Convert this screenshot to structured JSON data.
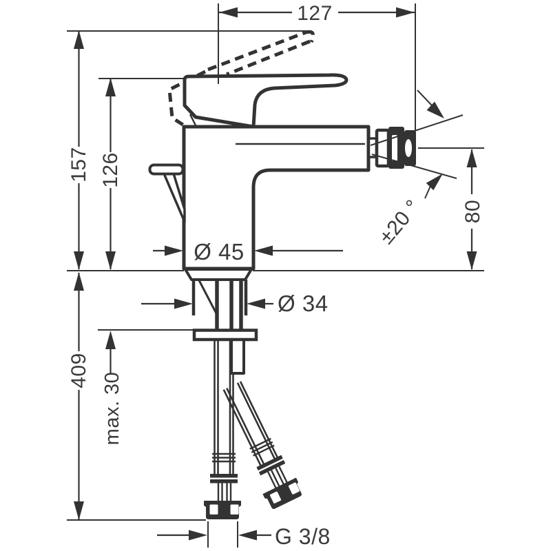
{
  "dimensions": {
    "spout_reach": "127",
    "overall_height": "157",
    "handle_height": "126",
    "aerator_height": "80",
    "swivel_angle": "±20 °",
    "body_diameter": "Ø 45",
    "shank_diameter": "Ø 34",
    "below_deck_length": "409",
    "max_deck_thickness": "max. 30",
    "supply_connection": "G 3/8"
  },
  "colors": {
    "line": "#333333",
    "text": "#3a3a3a",
    "background": "#ffffff"
  }
}
